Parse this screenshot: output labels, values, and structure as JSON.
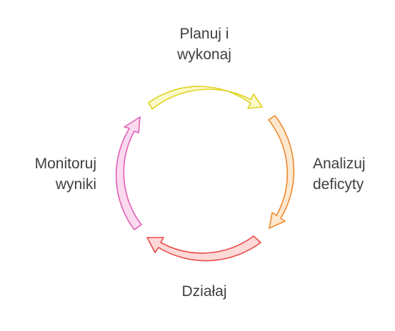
{
  "cycle": {
    "steps": [
      {
        "lines": [
          "Planuj i",
          "wykonaj"
        ],
        "stroke": "#e0d31f",
        "fill": "#fbf8c9"
      },
      {
        "lines": [
          "Analizuj",
          "deficyty"
        ],
        "stroke": "#ee8a2f",
        "fill": "#fde7cf"
      },
      {
        "lines": [
          "Działaj"
        ],
        "stroke": "#e94b48",
        "fill": "#fdd9d8"
      },
      {
        "lines": [
          "Monitoruj",
          "wyniki"
        ],
        "stroke": "#e060b5",
        "fill": "#fbd9ef"
      }
    ]
  }
}
